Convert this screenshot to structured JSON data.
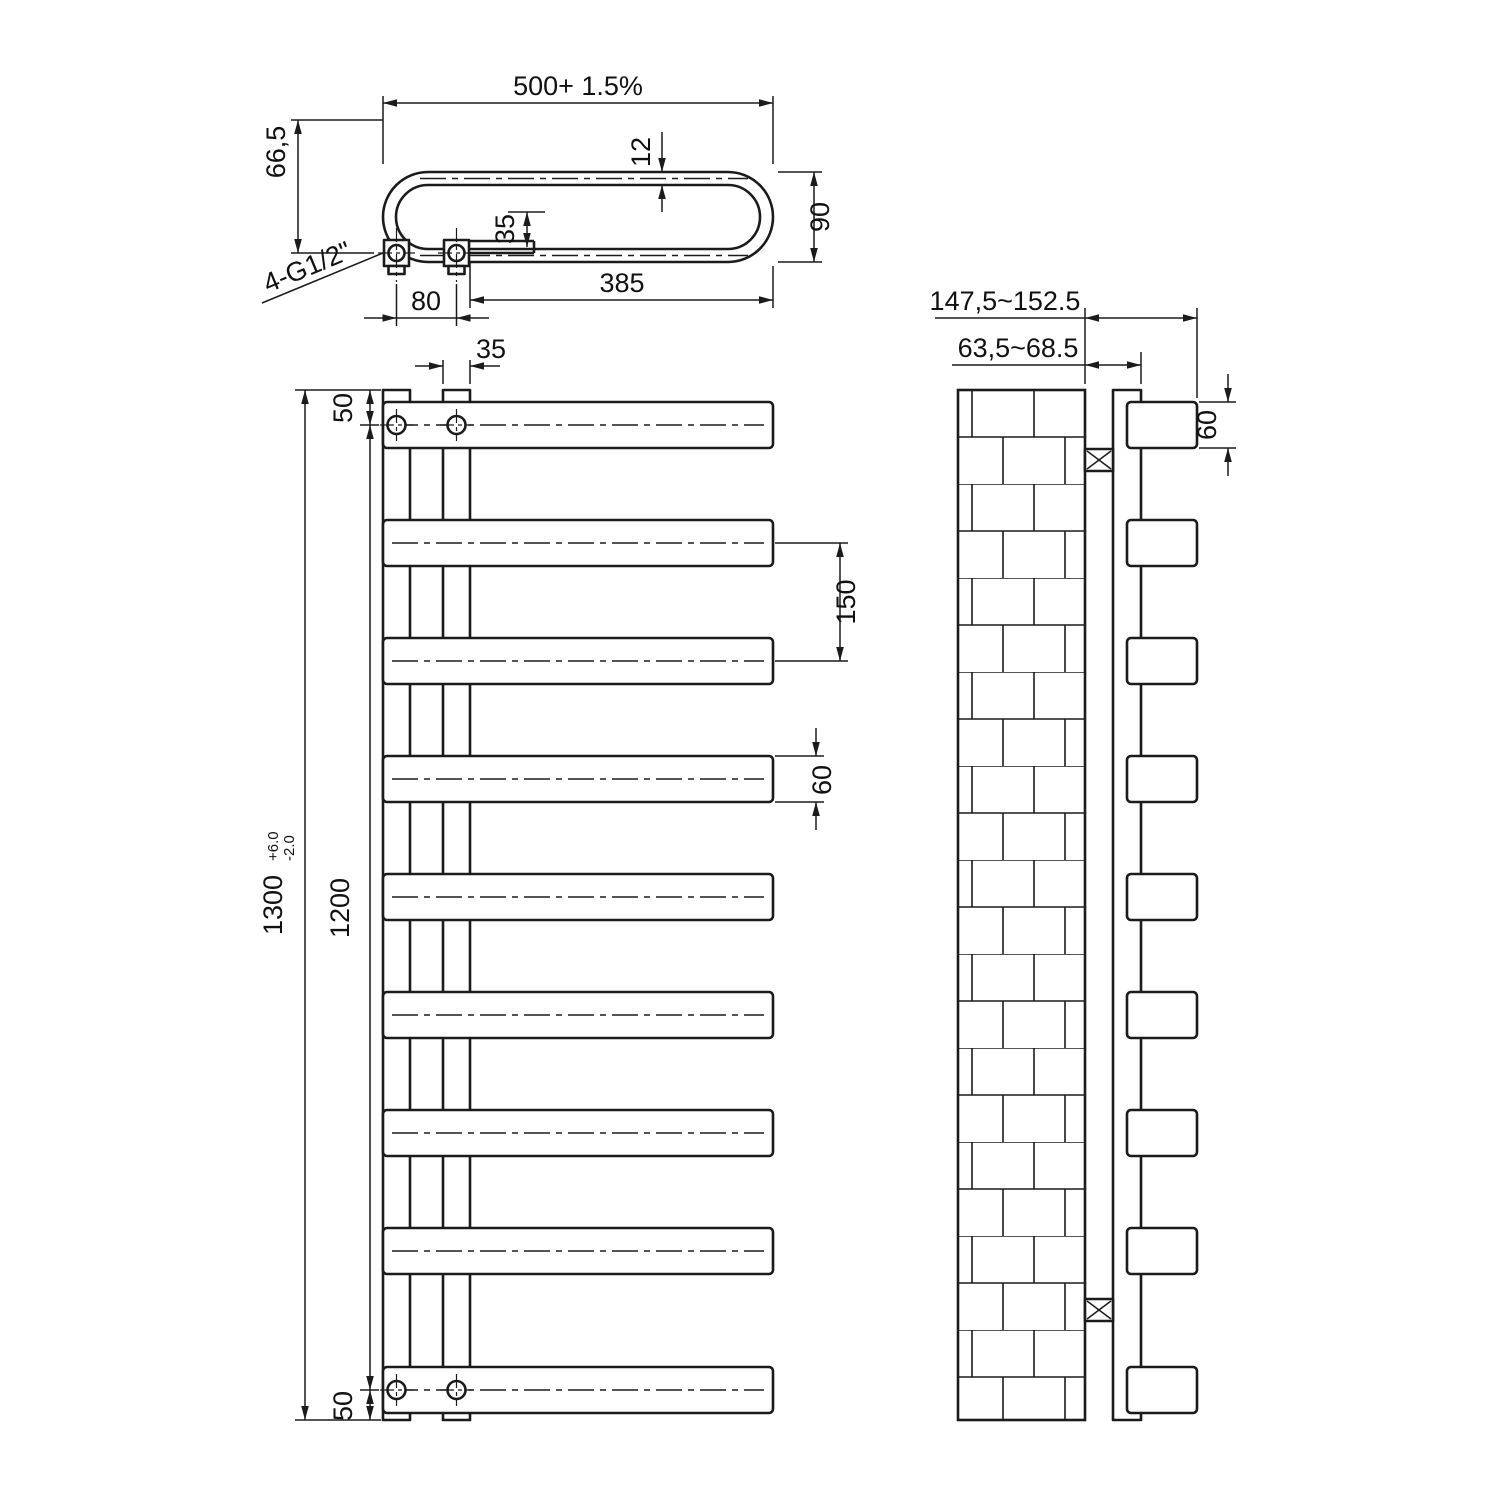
{
  "page": {
    "background": "#ffffff",
    "line_color": "#1b1b1b"
  },
  "views": {
    "top": {
      "dims": {
        "width": "500+ 1.5%",
        "height_offset": "66,5",
        "tube_thickness": "12",
        "inlet_offset": "35",
        "loop_depth": "90",
        "inlet_length": "385",
        "connection_spacing": "80",
        "thread": "4-G1/2\""
      }
    },
    "front": {
      "dims": {
        "tube_width": "35",
        "top_offset": "50",
        "bar_pitch": "150",
        "bar_height": "60",
        "bar_span": "1200",
        "overall_height": "1300",
        "tol_plus": "+6.0",
        "tol_minus": "-2.0",
        "bottom_offset": "50"
      }
    },
    "side": {
      "dims": {
        "wall_to_front": "147,5~152.5",
        "wall_to_bracket": "63,5~68.5",
        "bar_depth": "60"
      }
    }
  }
}
